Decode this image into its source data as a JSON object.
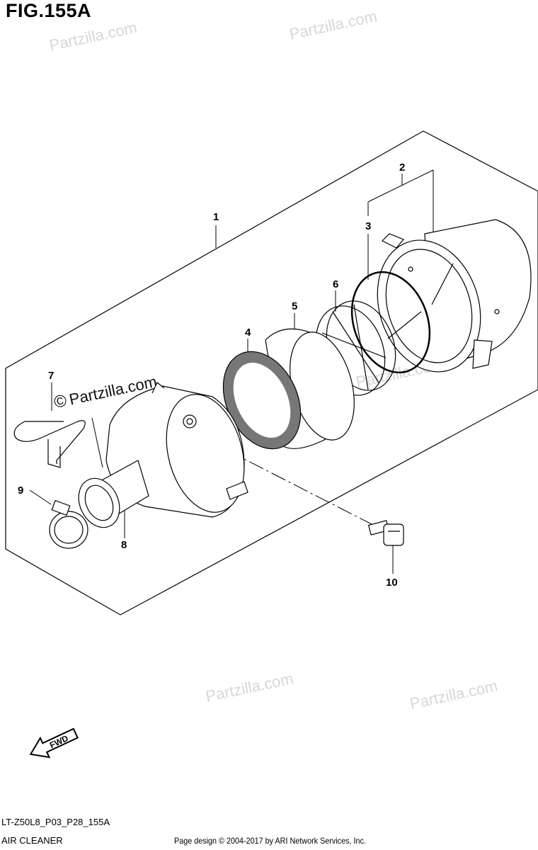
{
  "figure": {
    "title": "FIG.155A"
  },
  "callouts": [
    {
      "label": "1"
    },
    {
      "label": "2"
    },
    {
      "label": "3"
    },
    {
      "label": "4"
    },
    {
      "label": "5"
    },
    {
      "label": "6"
    },
    {
      "label": "7"
    },
    {
      "label": "8"
    },
    {
      "label": "9"
    },
    {
      "label": "10"
    }
  ],
  "watermark": {
    "text": "Partzilla.com"
  },
  "direction_arrow": {
    "label": "FWD"
  },
  "footer": {
    "model_code": "LT-Z50L8_P03_P28_155A",
    "section_name": "AIR CLEANER",
    "copyright": "Page design © 2004-2017 by ARI Network Services, Inc."
  }
}
